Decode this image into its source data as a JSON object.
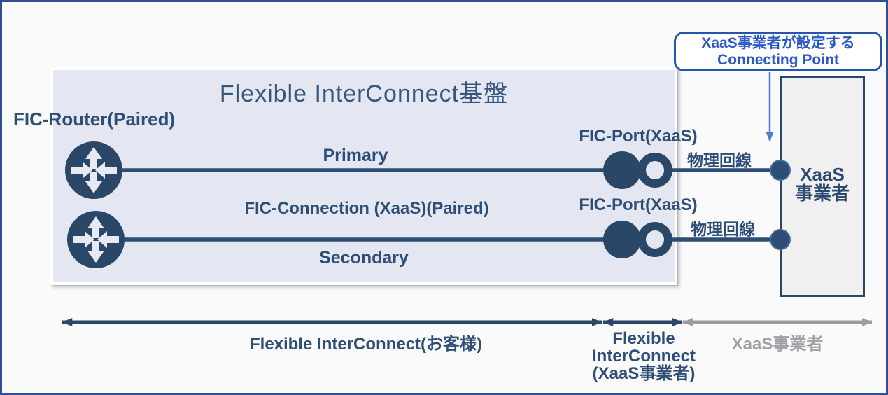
{
  "title": "Flexible InterConnect基盤",
  "labels": {
    "fic_router": "FIC-Router(Paired)",
    "primary": "Primary",
    "fic_connection": "FIC-Connection (XaaS)(Paired)",
    "secondary": "Secondary",
    "fic_port_top": "FIC-Port(XaaS)",
    "fic_port_bottom": "FIC-Port(XaaS)",
    "physical_line_top": "物理回線",
    "physical_line_bottom": "物理回線"
  },
  "xaas_provider_box": {
    "line1": "XaaS",
    "line2": "事業者"
  },
  "callout": {
    "line1": "XaaS事業者が設定する",
    "line2": "Connecting Point"
  },
  "spans": {
    "customer": "Flexible InterConnect(お客様)",
    "fic_xaas": [
      "Flexible",
      "InterConnect",
      "(XaaS事業者)"
    ],
    "xaas_provider": "XaaS事業者"
  },
  "icons": {
    "router": "router-icon",
    "port": "port-icon",
    "connecting_point": "connecting-point-dot"
  },
  "colors": {
    "navy": "#2B4768",
    "line_navy": "#2E4D74",
    "navy_text": "#2E4E77",
    "title_text": "#37567F",
    "panel_fill": "#E4E7F1",
    "xaas_box_fill": "#F0F0F0",
    "callout_text_blue": "#2B59C4",
    "callout_border_blue": "#2456AC",
    "pointer_arrow_blue": "#4E7BCB",
    "span_gray": "#9C9C9C",
    "frame_navy": "#2F5193",
    "background": "#FAFAFA"
  }
}
